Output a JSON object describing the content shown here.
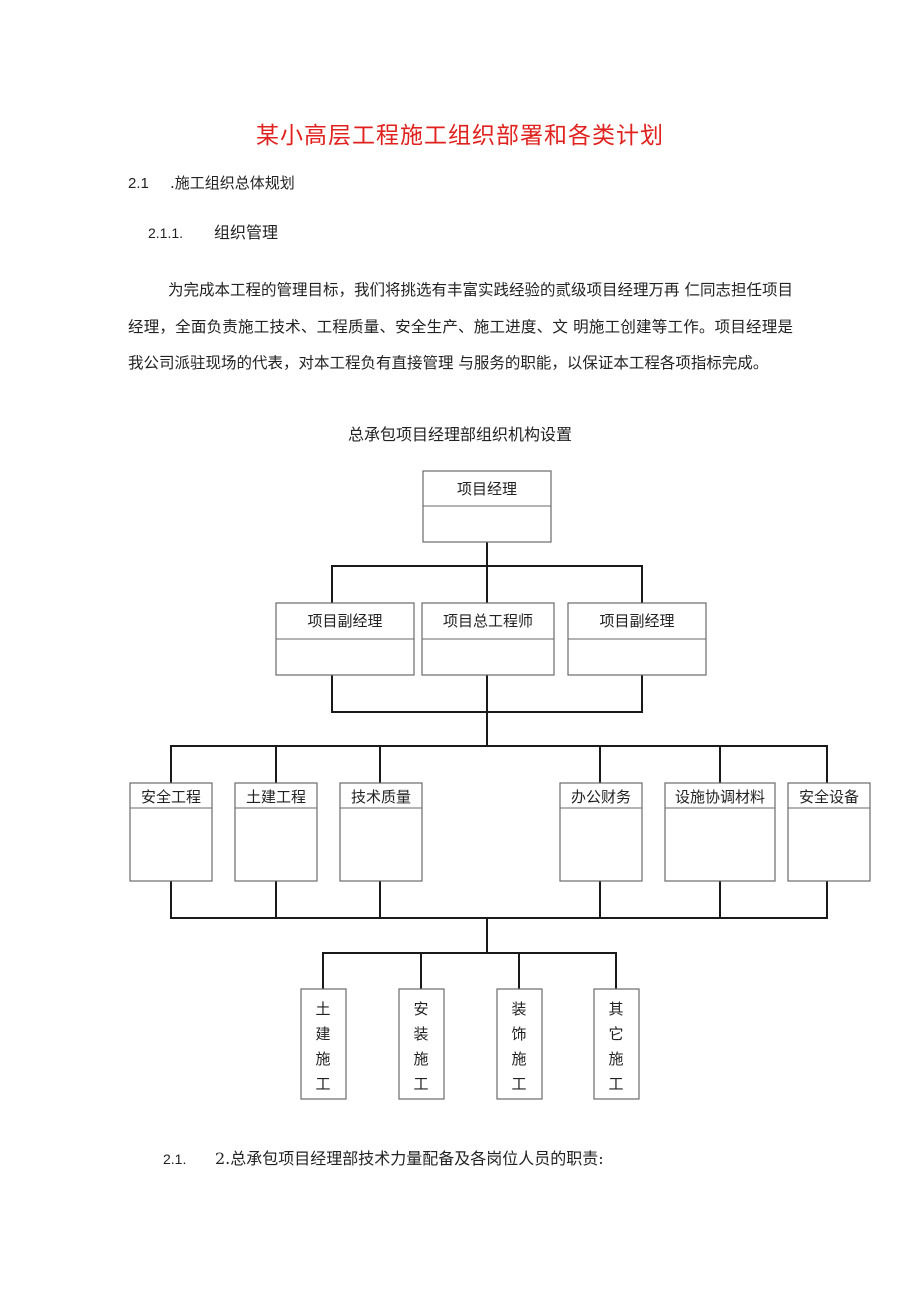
{
  "document": {
    "title": "某小高层工程施工组织部署和各类计划",
    "section_2_1": {
      "number": "2.1",
      "title": ".施工组织总体规划"
    },
    "section_2_1_1": {
      "number": "2.1.1.",
      "title": "组织管理"
    },
    "paragraph": "为完成本工程的管理目标，我们将挑选有丰富实践经验的贰级项目经理万再  仁同志担任项目经理，全面负责施工技术、工程质量、安全生产、施工进度、文  明施工创建等工作。项目经理是我公司派驻现场的代表，对本工程负有直接管理  与服务的职能，以保证本工程各项指标完成。",
    "chart_title": "总承包项目经理部组织机构设置",
    "section_2_1_2": {
      "number": "2.1.",
      "title": "2.总承包项目经理部技术力量配备及各岗位人员的职责:"
    }
  },
  "org_chart": {
    "top": "项目经理",
    "level2": [
      "项目副经理",
      "项目总工程师",
      "项目副经理"
    ],
    "level3": [
      "安全工程",
      "土建工程",
      "技术质量",
      "办公财务",
      "设施协调材料",
      "安全设备"
    ],
    "level4": [
      "土建施工",
      "安装施工",
      "装饰施工",
      "其它施工"
    ]
  }
}
